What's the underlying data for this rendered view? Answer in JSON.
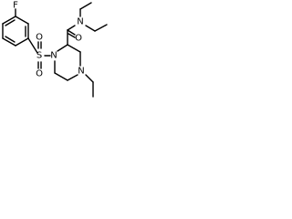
{
  "molecule": {
    "atom_labels": {
      "fluorine": "F",
      "sulfur": "S",
      "sulfonyl_oxygen_top": "O",
      "sulfonyl_oxygen_bottom": "O",
      "ring_nitrogen_1": "N",
      "ring_nitrogen_4": "N",
      "amide_oxygen": "O",
      "amide_nitrogen": "N"
    },
    "colors": {
      "bond": "#000000",
      "label": "#000000",
      "background": "#ffffff"
    }
  }
}
